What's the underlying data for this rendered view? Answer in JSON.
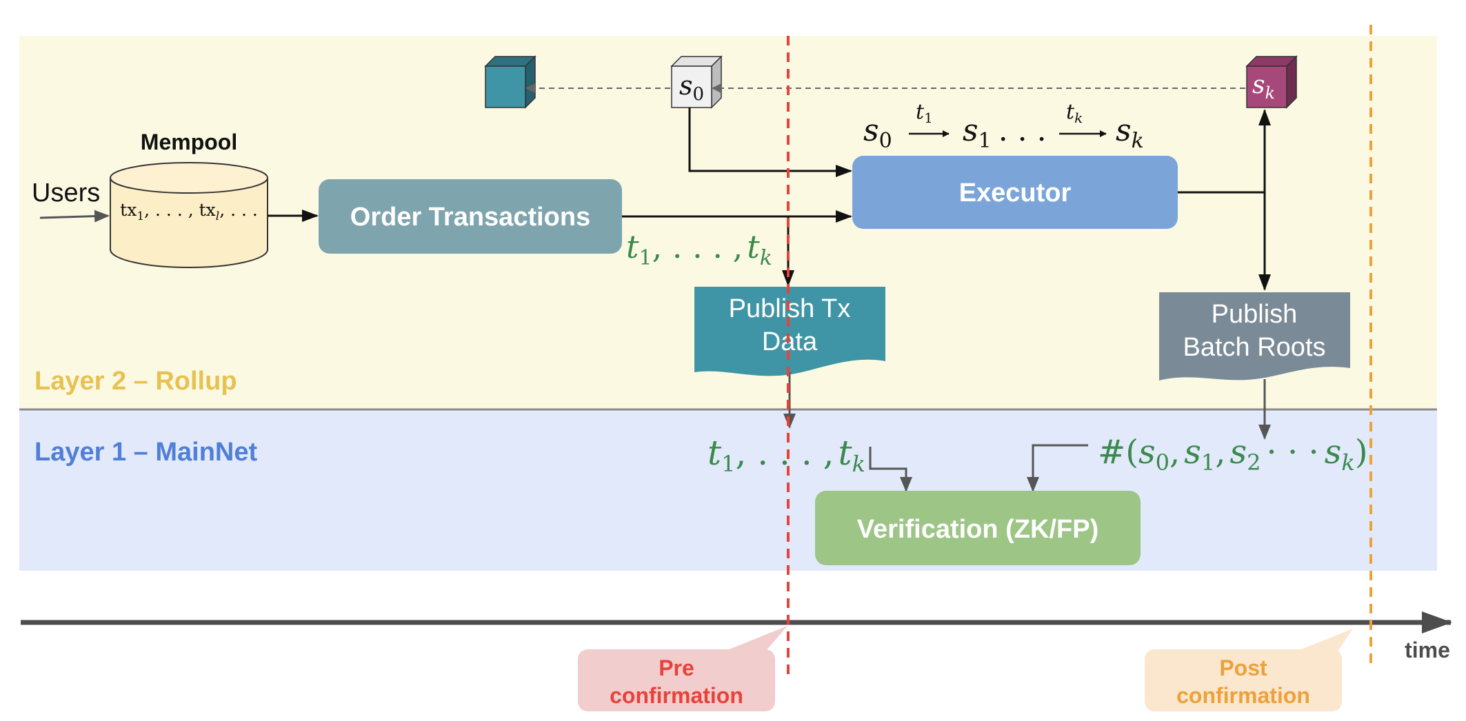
{
  "layers": {
    "l2": {
      "label": "Layer 2 – Rollup"
    },
    "l1": {
      "label": "Layer 1 – MainNet"
    }
  },
  "mempool": {
    "title": "Mempool",
    "contents": {
      "tx": "tx",
      "sub1": "1",
      "mid": ", . . . , tx",
      "subl": "l",
      "tail": ", . . ."
    }
  },
  "users": {
    "label": "Users"
  },
  "order": {
    "label": "Order Transactions"
  },
  "executor": {
    "label": "Executor"
  },
  "publish_tx": {
    "line1": "Publish Tx",
    "line2": "Data"
  },
  "publish_batch": {
    "line1": "Publish",
    "line2": "Batch Roots"
  },
  "verification": {
    "label": "Verification (ZK/FP)"
  },
  "states": {
    "s": "s",
    "zero": "0",
    "one": "1",
    "two": "2",
    "k": "k",
    "t": "t",
    "dots": ". . .",
    "cdots": "· · ·",
    "commas": ", . . . ,",
    "comma": ",",
    "hash": "#(",
    "close": ")"
  },
  "timeline": {
    "time_label": "time",
    "pre": {
      "line1": "Pre",
      "line2": "confirmation"
    },
    "post": {
      "line1": "Post",
      "line2": "confirmation"
    }
  },
  "colors": {
    "l2_bg": "#fcf9e3",
    "l1_bg": "#e2e9fb",
    "l2_text": "#e8c153",
    "l1_text": "#4f7fd6",
    "order_box": "#7ea4ad",
    "executor_box": "#7ba5d9",
    "publish_tx_box": "#3f95a5",
    "publish_batch_box": "#7a8a97",
    "verification_box": "#9cc586",
    "math_green": "#3a8a4c",
    "pre_red": "#e8423a",
    "pre_bubble": "#f1cdcd",
    "post_orange": "#eda13a",
    "post_bubble": "#fbe6ce",
    "cube_teal": "#3f95a5",
    "cube_magenta": "#a6497a",
    "cube_white": "#f1f1f1"
  }
}
